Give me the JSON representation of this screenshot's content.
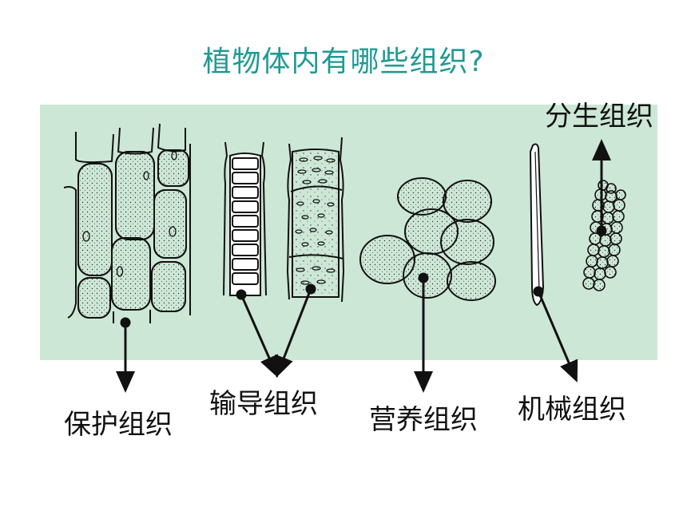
{
  "slide": {
    "title": "植物体内有哪些组织?",
    "labels": {
      "protective": "保护组织",
      "conductive": "输导组织",
      "nutritive": "营养组织",
      "mechanical": "机械组织",
      "meristematic": "分生组织"
    }
  },
  "colors": {
    "title": "#1f9a93",
    "panel": "#cde7d6",
    "ink": "#111111"
  }
}
